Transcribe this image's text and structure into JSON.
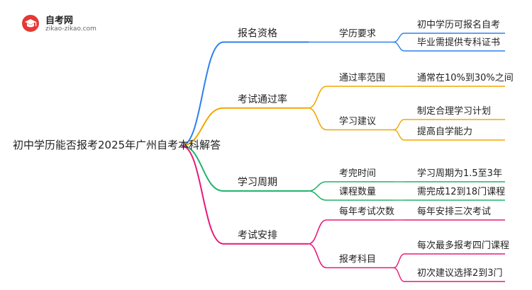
{
  "logo": {
    "title": "自考网",
    "url": "zikao-zikao.com",
    "icon": "graduation-cap-icon"
  },
  "mindmap": {
    "root": "初中学历能否报考2025年广州自考本科解答",
    "branches": [
      {
        "label": "报名资格",
        "color": "#2f80ed",
        "children": [
          {
            "label": "学历要求",
            "children": [
              "初中学历可报名自考",
              "毕业需提供专科证书"
            ]
          }
        ]
      },
      {
        "label": "考试通过率",
        "color": "#f0a800",
        "children": [
          {
            "label": "通过率范围",
            "children": [
              "通常在10%到30%之间"
            ]
          },
          {
            "label": "学习建议",
            "children": [
              "制定合理学习计划",
              "提高自学能力"
            ]
          }
        ]
      },
      {
        "label": "学习周期",
        "color": "#21b36b",
        "children": [
          {
            "label": "考完时间",
            "children": [
              "学习周期为1.5至3年"
            ]
          },
          {
            "label": "课程数量",
            "children": [
              "需完成12到18门课程"
            ]
          }
        ]
      },
      {
        "label": "考试安排",
        "color": "#e8197a",
        "children": [
          {
            "label": "每年考试次数",
            "children": [
              "每年安排三次考试"
            ]
          },
          {
            "label": "报考科目",
            "children": [
              "每次最多报考四门课程",
              "初次建议选择2到3门"
            ]
          }
        ]
      }
    ]
  }
}
